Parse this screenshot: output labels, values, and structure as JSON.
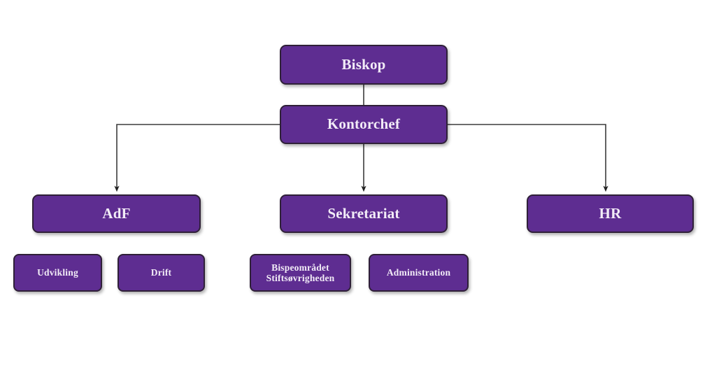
{
  "diagram": {
    "type": "organizational-chart",
    "background_color": "#ffffff",
    "node_fill_color": "#5e2d91",
    "node_border_color": "#2f2038",
    "node_text_color": "#f2ecf7",
    "connector_color": "#3b3b3b",
    "nodes": [
      {
        "id": "biskop",
        "label": "Biskop",
        "tier": 1
      },
      {
        "id": "kontorchef",
        "label": "Kontorchef",
        "tier": 2
      },
      {
        "id": "adf",
        "label": "AdF",
        "tier": 3
      },
      {
        "id": "sekretariat",
        "label": "Sekretariat",
        "tier": 3
      },
      {
        "id": "hr",
        "label": "HR",
        "tier": 3
      },
      {
        "id": "udvikling",
        "label": "Udvikling",
        "tier": 4
      },
      {
        "id": "drift",
        "label": "Drift",
        "tier": 4
      },
      {
        "id": "bispe",
        "label": "Bispeområdet\nStiftsøvrigheden",
        "tier": 4
      },
      {
        "id": "admin",
        "label": "Administration",
        "tier": 4
      }
    ],
    "edges": [
      {
        "from": "biskop",
        "to": "kontorchef",
        "style": "straight",
        "arrow": false
      },
      {
        "from": "kontorchef",
        "to": "adf",
        "style": "elbow-left",
        "arrow": true
      },
      {
        "from": "kontorchef",
        "to": "sekretariat",
        "style": "straight",
        "arrow": true
      },
      {
        "from": "kontorchef",
        "to": "hr",
        "style": "elbow-right",
        "arrow": true
      }
    ]
  }
}
